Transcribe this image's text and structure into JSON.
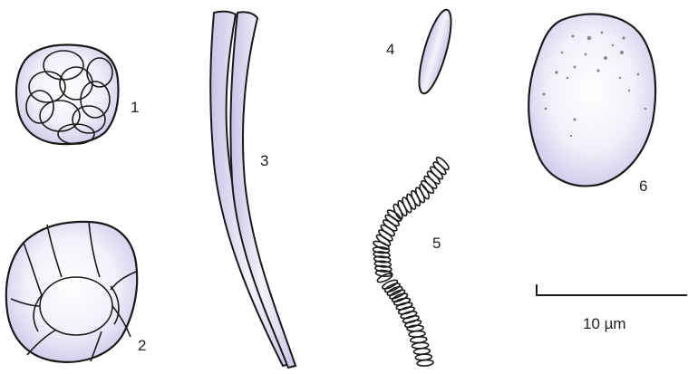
{
  "figure": {
    "labels": [
      "1",
      "2",
      "3",
      "4",
      "5",
      "6"
    ],
    "scale_bar": {
      "label": "10 µm"
    },
    "colors": {
      "outline": "#1a1a1a",
      "fill_light": "#ffffff",
      "fill_tint": "#c9c5e8",
      "speckle": "#8a8a8a"
    }
  }
}
